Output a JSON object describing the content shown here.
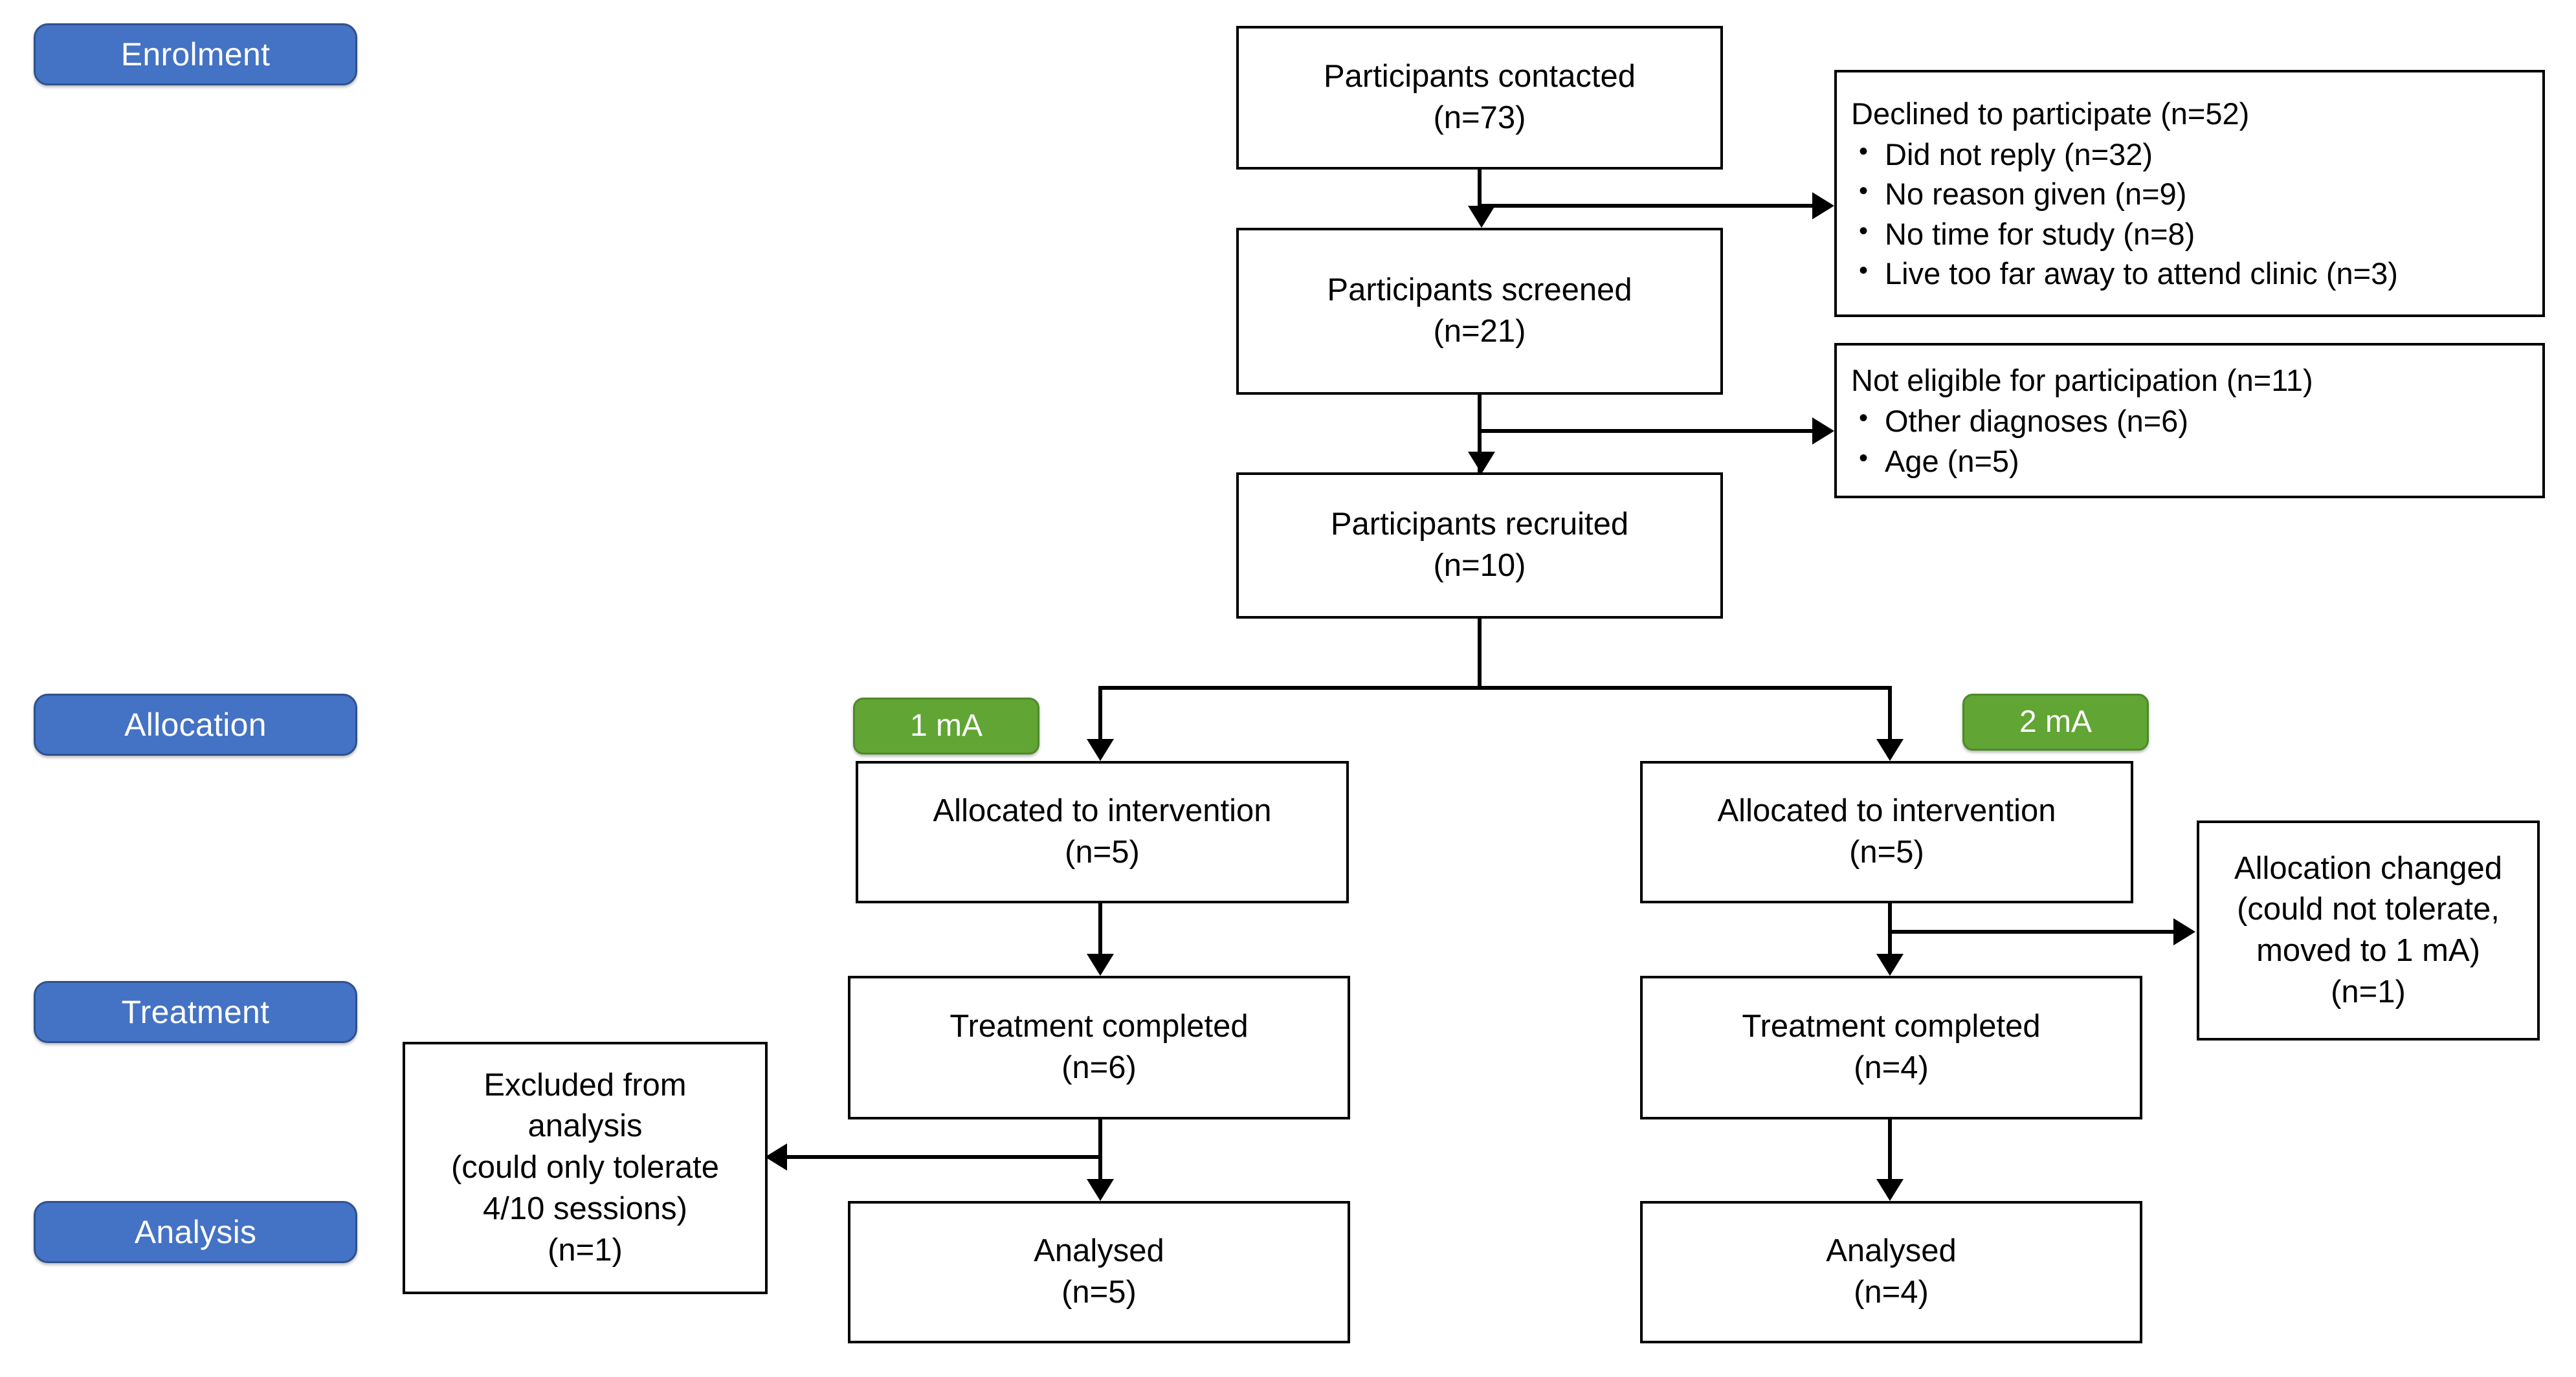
{
  "diagram": {
    "title": "CONSORT participant flow diagram",
    "colors": {
      "stage_pill_fill": "#4472C4",
      "stage_pill_border": "#2F528F",
      "dose_pill_fill": "#61A534",
      "dose_pill_border": "#4E8A29",
      "box_border": "#000000",
      "box_fill": "#FFFFFF",
      "connector": "#000000"
    }
  },
  "stages": [
    {
      "label": "Enrolment"
    },
    {
      "label": "Allocation"
    },
    {
      "label": "Treatment"
    },
    {
      "label": "Analysis"
    }
  ],
  "dose_labels": [
    {
      "label": "1 mA"
    },
    {
      "label": "2 mA"
    }
  ],
  "enrolment": {
    "contacted": {
      "line1": "Participants contacted",
      "line2": "(n=73)"
    },
    "screened": {
      "line1": "Participants screened",
      "line2": "(n=21)"
    },
    "recruited": {
      "line1": "Participants recruited",
      "line2": "(n=10)"
    }
  },
  "exclusions": {
    "declined": {
      "header": "Declined to participate (n=52)",
      "items": [
        "Did not reply (n=32)",
        "No reason given (n=9)",
        "No time for study (n=8)",
        "Live too far away to attend clinic (n=3)"
      ]
    },
    "not_eligible": {
      "header": "Not eligible for participation (n=11)",
      "items": [
        "Other diagnoses (n=6)",
        "Age (n=5)"
      ]
    }
  },
  "arm_left": {
    "allocated": {
      "line1": "Allocated to intervention",
      "line2": "(n=5)"
    },
    "treatment": {
      "line1": "Treatment completed",
      "line2": "(n=6)"
    },
    "analysed": {
      "line1": "Analysed",
      "line2": "(n=5)"
    }
  },
  "arm_right": {
    "allocated": {
      "line1": "Allocated to intervention",
      "line2": "(n=5)"
    },
    "treatment": {
      "line1": "Treatment completed",
      "line2": "(n=4)"
    },
    "analysed": {
      "line1": "Analysed",
      "line2": "(n=4)"
    }
  },
  "side_notes": {
    "allocation_changed": {
      "line1": "Allocation changed",
      "line2": "(could not tolerate,",
      "line3": "moved to 1 mA)",
      "line4": "(n=1)"
    },
    "excluded_from_analysis": {
      "line1": "Excluded from",
      "line2": "analysis",
      "line3": "(could only tolerate",
      "line4": "4/10 sessions)",
      "line5": "(n=1)"
    }
  }
}
